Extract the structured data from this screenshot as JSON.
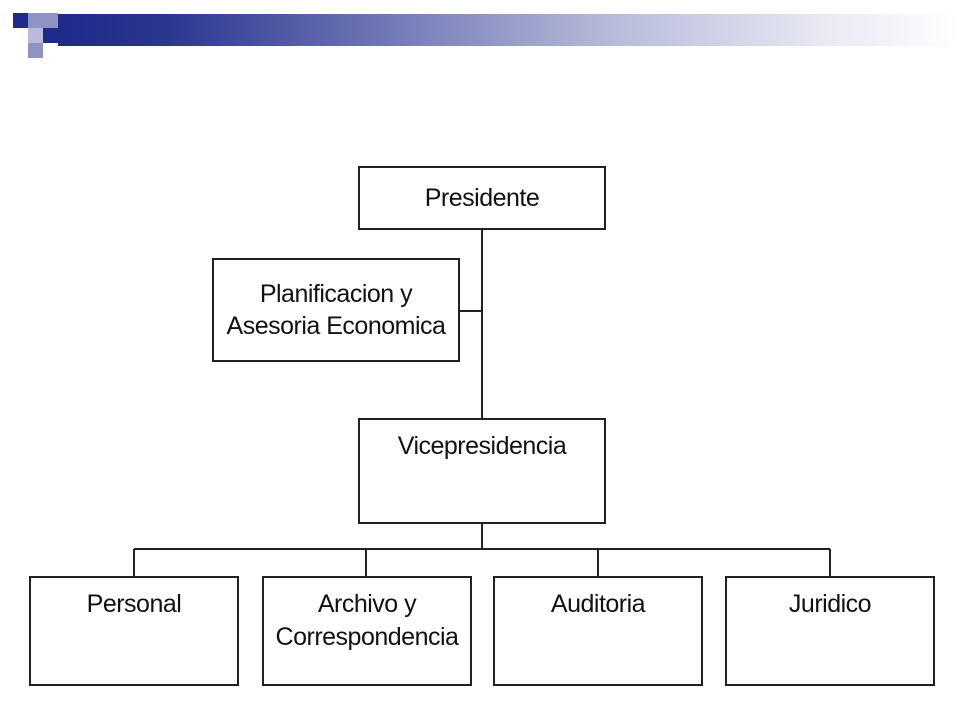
{
  "theme": {
    "accent": "#1f2a8a",
    "line_color": "#222222",
    "box_border": "#222222",
    "background": "#ffffff"
  },
  "org_chart": {
    "root": {
      "label": "Presidente"
    },
    "staff": {
      "label": "Planificacion y\nAsesoria Economica"
    },
    "vice": {
      "label": "Vicepresidencia"
    },
    "departments": [
      {
        "label": "Personal"
      },
      {
        "label": "Archivo y\nCorrespondencia"
      },
      {
        "label": "Auditoria"
      },
      {
        "label": "Juridico"
      }
    ]
  }
}
